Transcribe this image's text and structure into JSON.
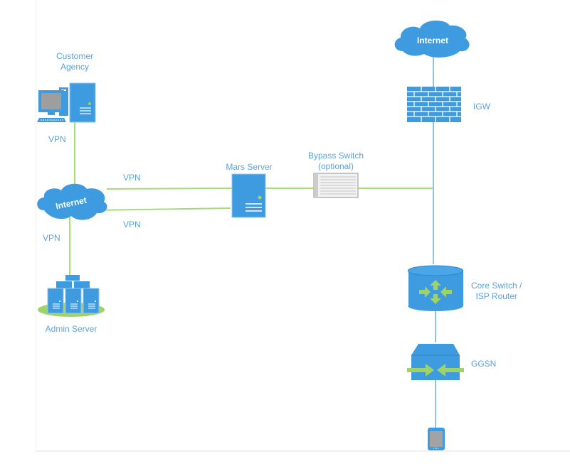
{
  "colors": {
    "device_blue": "#3f9be0",
    "device_dark": "#2f86c8",
    "link_green": "#9fd86a",
    "link_blue": "#8ec2ea",
    "label_blue": "#5aa3dc",
    "accent_green": "#9ed36a"
  },
  "nodes": {
    "customer_agency": {
      "label_line1": "Customer",
      "label_line2": "Agency",
      "icon": "workstation-server-icon"
    },
    "internet_left": {
      "label": "Internet",
      "icon": "cloud-icon"
    },
    "admin_server": {
      "label": "Admin Server",
      "icon": "server-cluster-icon"
    },
    "mars_server": {
      "label": "Mars Server",
      "icon": "server-icon"
    },
    "bypass_switch": {
      "label_line1": "Bypass Switch",
      "label_line2": "(optional)",
      "icon": "switch-panel-icon"
    },
    "internet_right": {
      "label": "Internet",
      "icon": "cloud-icon"
    },
    "igw": {
      "label": "IGW",
      "icon": "firewall-icon"
    },
    "core_switch": {
      "label_line1": "Core Switch /",
      "label_line2": "ISP Router",
      "icon": "router-icon"
    },
    "ggsn": {
      "label": "GGSN",
      "icon": "gateway-icon"
    },
    "mobile_device": {
      "icon": "mobile-phone-icon"
    }
  },
  "links": {
    "customer_to_internet": {
      "label": "VPN"
    },
    "internet_to_mars_top": {
      "label": "VPN"
    },
    "internet_to_mars_bottom": {
      "label": "VPN"
    },
    "internet_to_admin": {
      "label": "VPN"
    }
  }
}
